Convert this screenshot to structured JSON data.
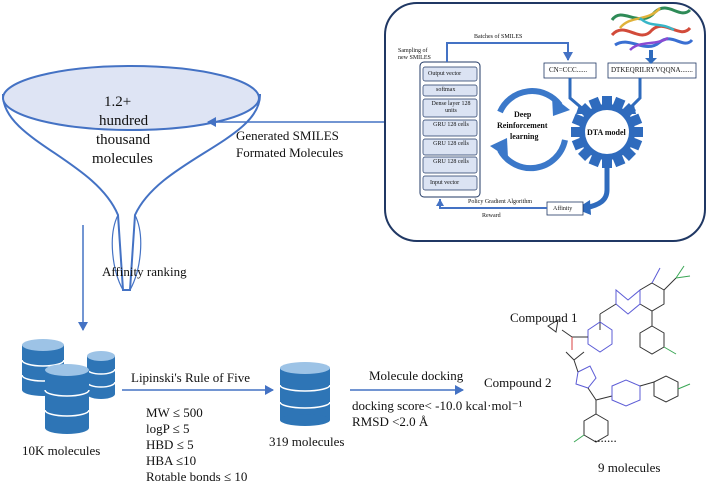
{
  "funnel": {
    "line1": "1.2+",
    "line2": "hundred",
    "line3": "thousand",
    "line4": "molecules"
  },
  "generated_label": {
    "line1": "Generated SMILES",
    "line2": "Formated Molecules"
  },
  "affinity_ranking": "Affinity ranking",
  "drl_panel": {
    "batches_label": "Batches of SMILES",
    "sampling_label_1": "Sampling of",
    "sampling_label_2": "new SMILES",
    "network_layers": [
      "Output vector",
      "softmax",
      "Dense layer 128 units",
      "GRU 128 cells",
      "GRU 128 cells",
      "GRU 128 cells",
      "Input vector"
    ],
    "smiles_example": "CN=CCC......",
    "sequence_example": "DTKEQRILRYVQQNA.......",
    "drl_line1": "Deep",
    "drl_line2": "Reinforcement",
    "drl_line3": "learning",
    "dta_model": "DTA model",
    "policy_label": "Policy Gradient Algorithm",
    "reward_label": "Reward",
    "affinity_label": "Affinity"
  },
  "db_10k_label": "10K molecules",
  "lipinski": {
    "title": "Lipinski's Rule of Five",
    "rules": [
      "MW ≤ 500",
      "logP ≤ 5",
      "HBD ≤ 5",
      "HBA ≤10",
      "Rotable bonds ≤ 10"
    ]
  },
  "db_319_label": "319 molecules",
  "docking": {
    "title": "Molecule docking",
    "criteria_1": "docking score< -10.0 kcal·mol⁻¹",
    "criteria_2": "RMSD <2.0 Å"
  },
  "compounds": {
    "compound1": "Compound 1",
    "compound2": "Compound 2",
    "ellipsis": ".......",
    "total": "9 molecules"
  },
  "colors": {
    "arrow": "#4472c4",
    "db_fill": "#2e75b6",
    "db_light": "#9dc3e6",
    "funnel_fill": "#dee4f4",
    "panel_border": "#203864",
    "gear_fill": "#2f6bbd",
    "cycle_arrow": "#3b78c9"
  }
}
